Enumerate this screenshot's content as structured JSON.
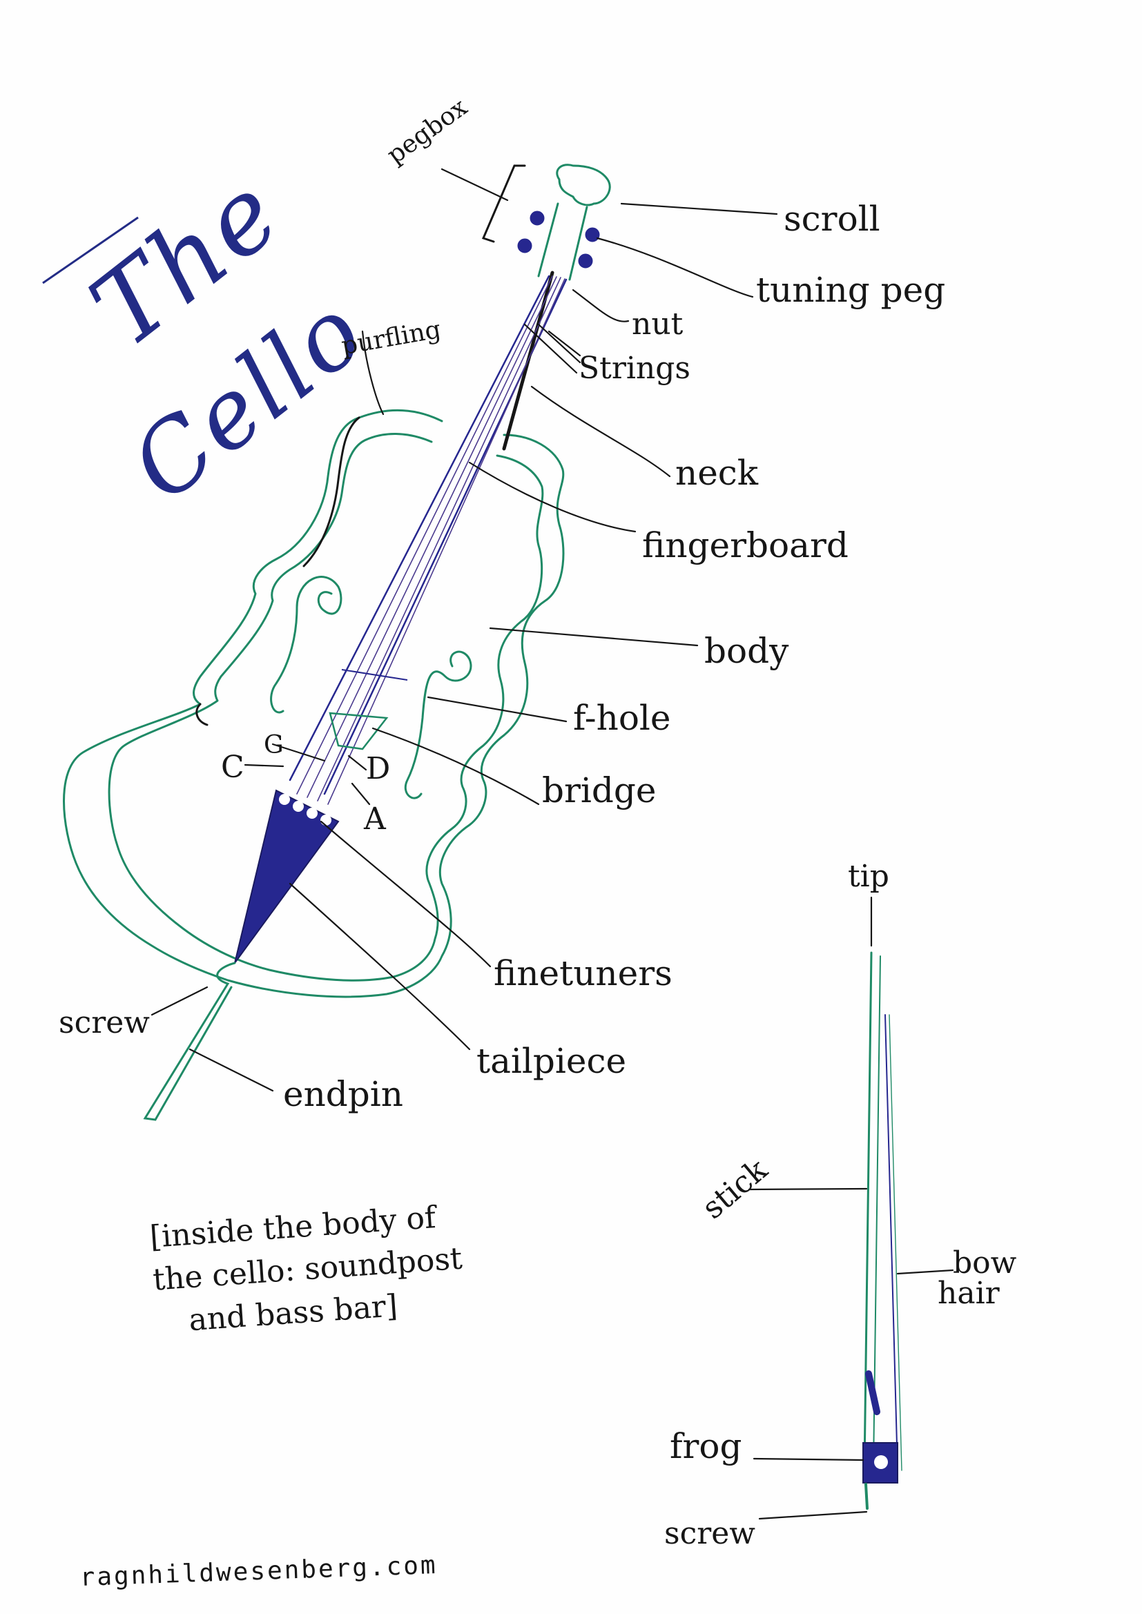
{
  "title": {
    "line1": "The",
    "line2": "Cello"
  },
  "colors": {
    "outline": "#1f8a66",
    "accent": "#26278f",
    "ink": "#161616"
  },
  "labels": {
    "pegbox": "pegbox",
    "scroll": "scroll",
    "tuning_peg": "tuning peg",
    "nut": "nut",
    "strings": "Strings",
    "neck": "neck",
    "fingerboard": "fingerboard",
    "purfling": "purfling",
    "body": "body",
    "f_hole": "f-hole",
    "bridge": "bridge",
    "string_c": "C",
    "string_g": "G",
    "string_d": "D",
    "string_a": "A",
    "finetuners": "finetuners",
    "tailpiece": "tailpiece",
    "screw": "screw",
    "endpin": "endpin"
  },
  "bow_labels": {
    "tip": "tip",
    "stick": "stick",
    "bow_hair": [
      "bow",
      "hair"
    ],
    "frog": "frog",
    "screw": "screw"
  },
  "note": {
    "line1": "[inside the body of",
    "line2": "the cello: soundpost",
    "line3": "and bass bar]"
  },
  "credit": "ragnhildwesenberg.com"
}
